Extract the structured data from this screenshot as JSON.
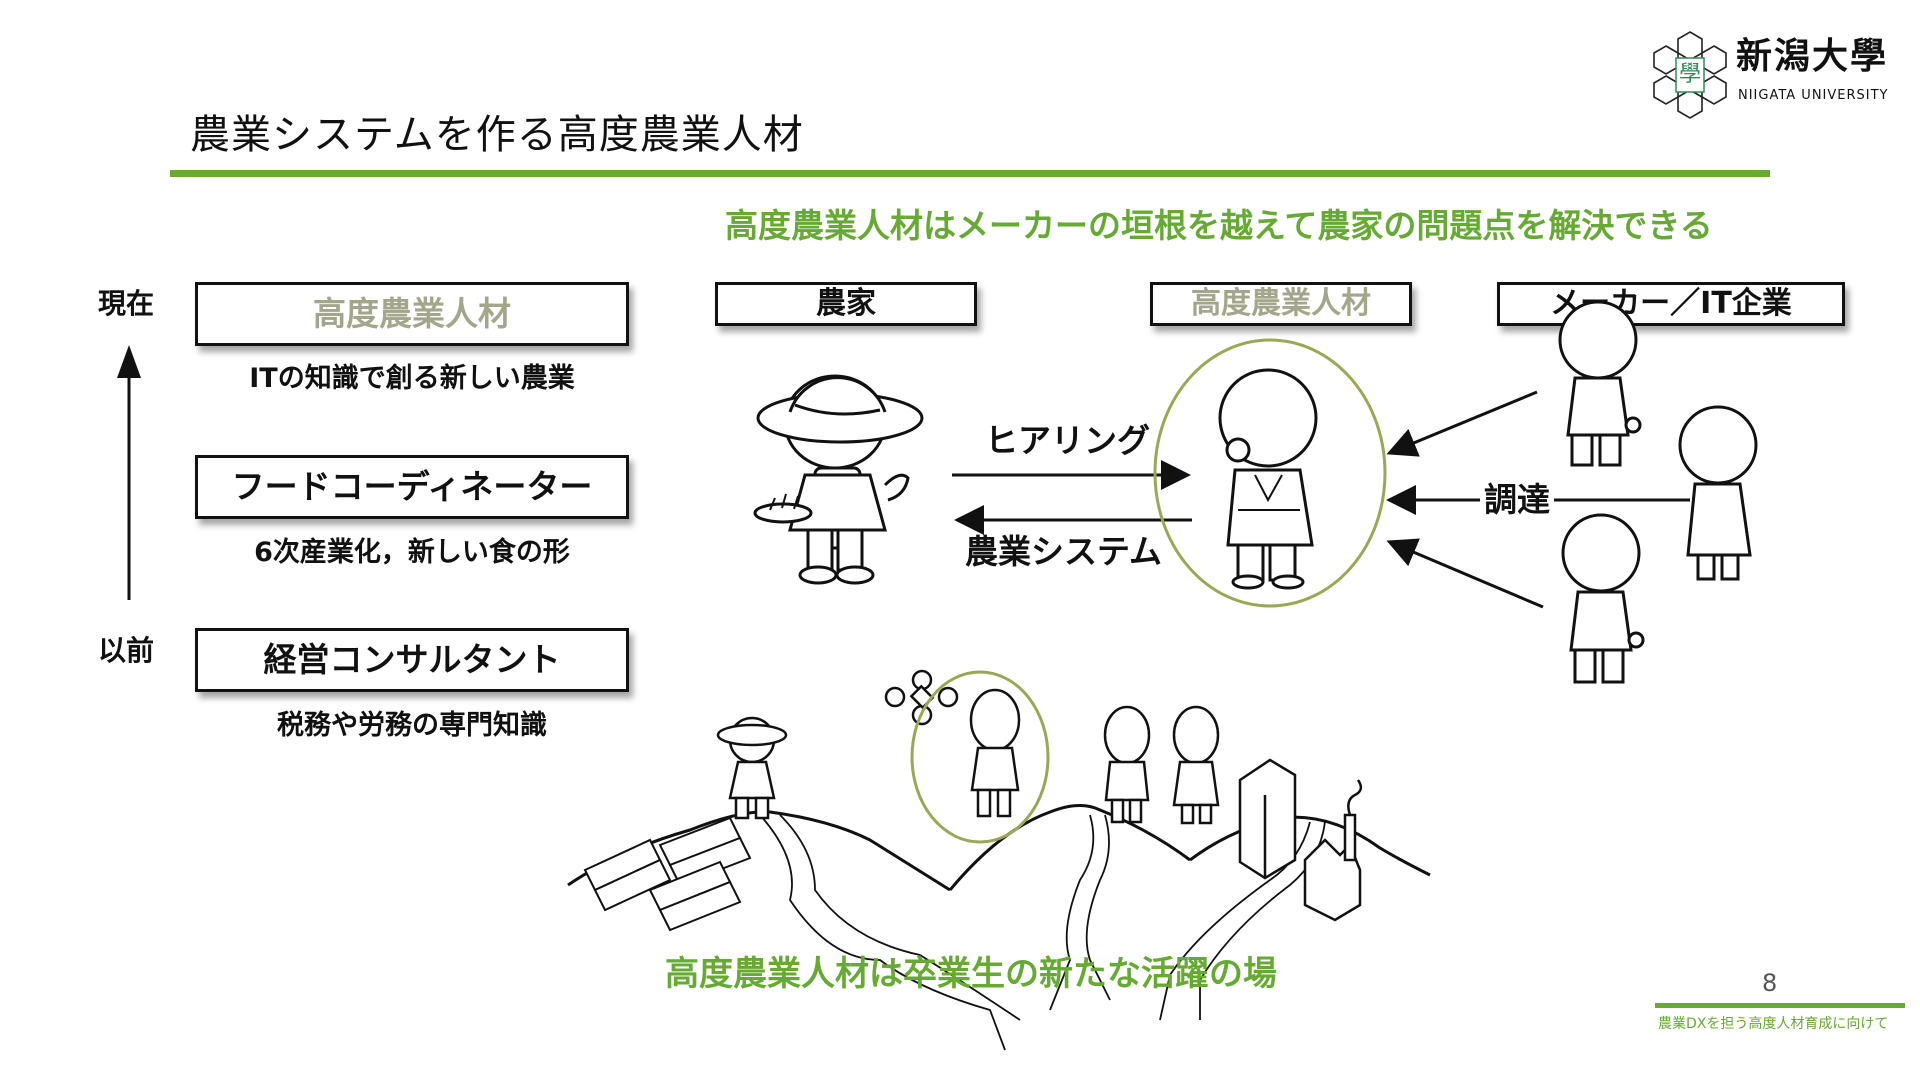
{
  "logo": {
    "name_jp": "新潟大學",
    "name_en": "NIIGATA UNIVERSITY",
    "emblem_char": "學"
  },
  "header": {
    "title": "農業システムを作る高度農業人材"
  },
  "main": {
    "subtitle": "高度農業人材はメーカーの垣根を越えて農家の問題点を解決できる",
    "timeline": {
      "top_label": "現在",
      "bottom_label": "以前",
      "stages": [
        {
          "title": "高度農業人材",
          "caption": "ITの知識で創る新しい農業",
          "highlighted": true
        },
        {
          "title": "フードコーディネーター",
          "caption": "6次産業化，新しい食の形",
          "highlighted": false
        },
        {
          "title": "経営コンサルタント",
          "caption": "税務や労務の専門知識",
          "highlighted": false
        }
      ]
    },
    "actors": {
      "farmer": "農家",
      "specialist": "高度農業人材",
      "maker": "メーカー／IT企業"
    },
    "flows": {
      "hearing": "ヒアリング",
      "system": "農業システム",
      "procurement": "調達"
    },
    "bottom_caption": "高度農業人材は卒業生の新たな活躍の場"
  },
  "footer": {
    "page_number": "8",
    "text": "農業DXを担う高度人材育成に向けて"
  },
  "colors": {
    "accent_green": "#66aa33",
    "highlight_olive": "#a3a68a",
    "circle_olive": "#9aa855"
  }
}
